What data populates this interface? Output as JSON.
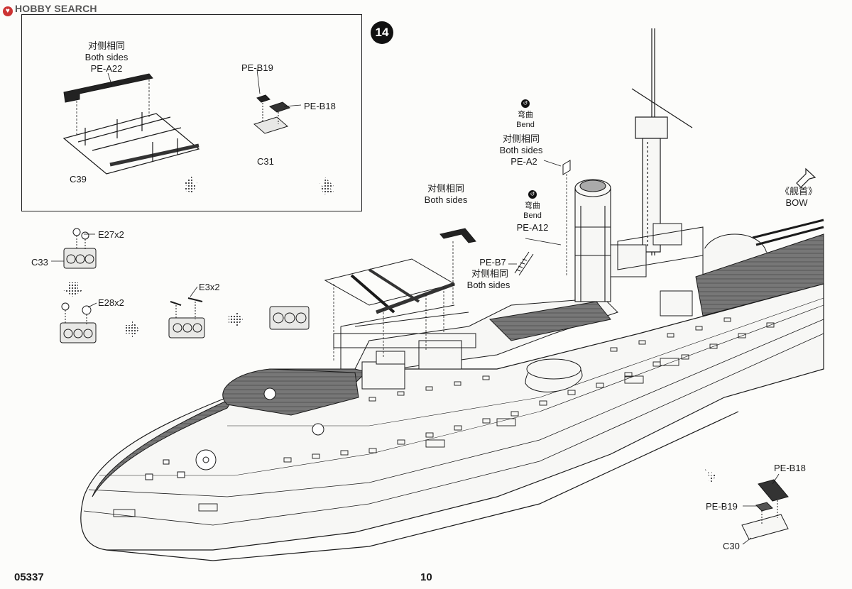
{
  "watermark": {
    "text": "HOBBY SEARCH"
  },
  "step": {
    "number": "14"
  },
  "inset": {
    "a22_cn": "对侧相同",
    "a22_en": "Both sides",
    "a22_part": "PE-A22",
    "c39": "C39",
    "b19": "PE-B19",
    "b18": "PE-B18",
    "c31": "C31"
  },
  "left_parts": {
    "e27": "E27x2",
    "c33": "C33",
    "e28": "E28x2",
    "e3": "E3x2"
  },
  "main": {
    "rail_cn": "对侧相同",
    "rail_en": "Both sides",
    "a2_bend_cn": "弯曲",
    "a2_bend_en": "Bend",
    "a2_cn": "对侧相同",
    "a2_en": "Both sides",
    "a2_part": "PE-A2",
    "a12_bend_cn": "弯曲",
    "a12_bend_en": "Bend",
    "a12_part": "PE-A12",
    "b7_part": "PE-B7",
    "b7_cn": "对侧相同",
    "b7_en": "Both sides",
    "bow_cn": "《舰首》",
    "bow_en": "BOW"
  },
  "bottom_right": {
    "b18": "PE-B18",
    "b19": "PE-B19",
    "c30": "C30"
  },
  "footer": {
    "code": "05337",
    "page": "10"
  },
  "colors": {
    "line": "#1a1a1a",
    "deck": "#6f6f6f",
    "hull": "#f7f7f5"
  }
}
